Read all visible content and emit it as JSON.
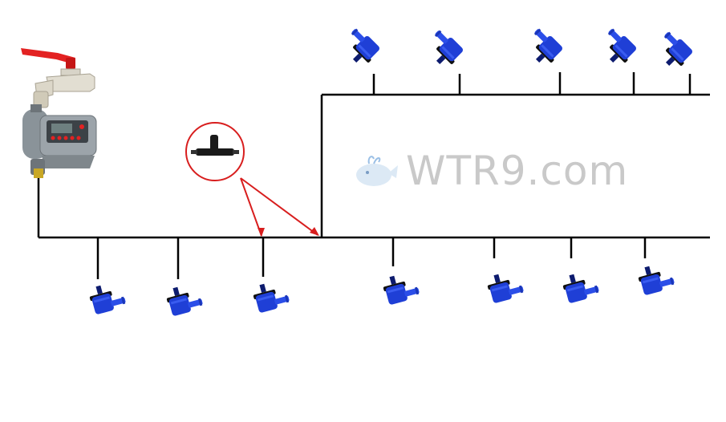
{
  "watermark": {
    "text": "WTR9.com",
    "color": "#c9c9c9"
  },
  "colors": {
    "pipe": "#000000",
    "dripper_blue": "#1f3fd6",
    "dripper_dark": "#0d1b6e",
    "callout": "#d81e1e",
    "timer_body": "#8a9399",
    "faucet_handle": "#e32222",
    "faucet_metal": "#d8d4c8"
  },
  "components": {
    "faucet": "faucet-icon",
    "timer": "water-timer-icon",
    "tee_connector": "tee-connector-icon",
    "dripper": "dripper-icon"
  },
  "dripper_counts": {
    "upper_line": 5,
    "lower_line": 7
  }
}
